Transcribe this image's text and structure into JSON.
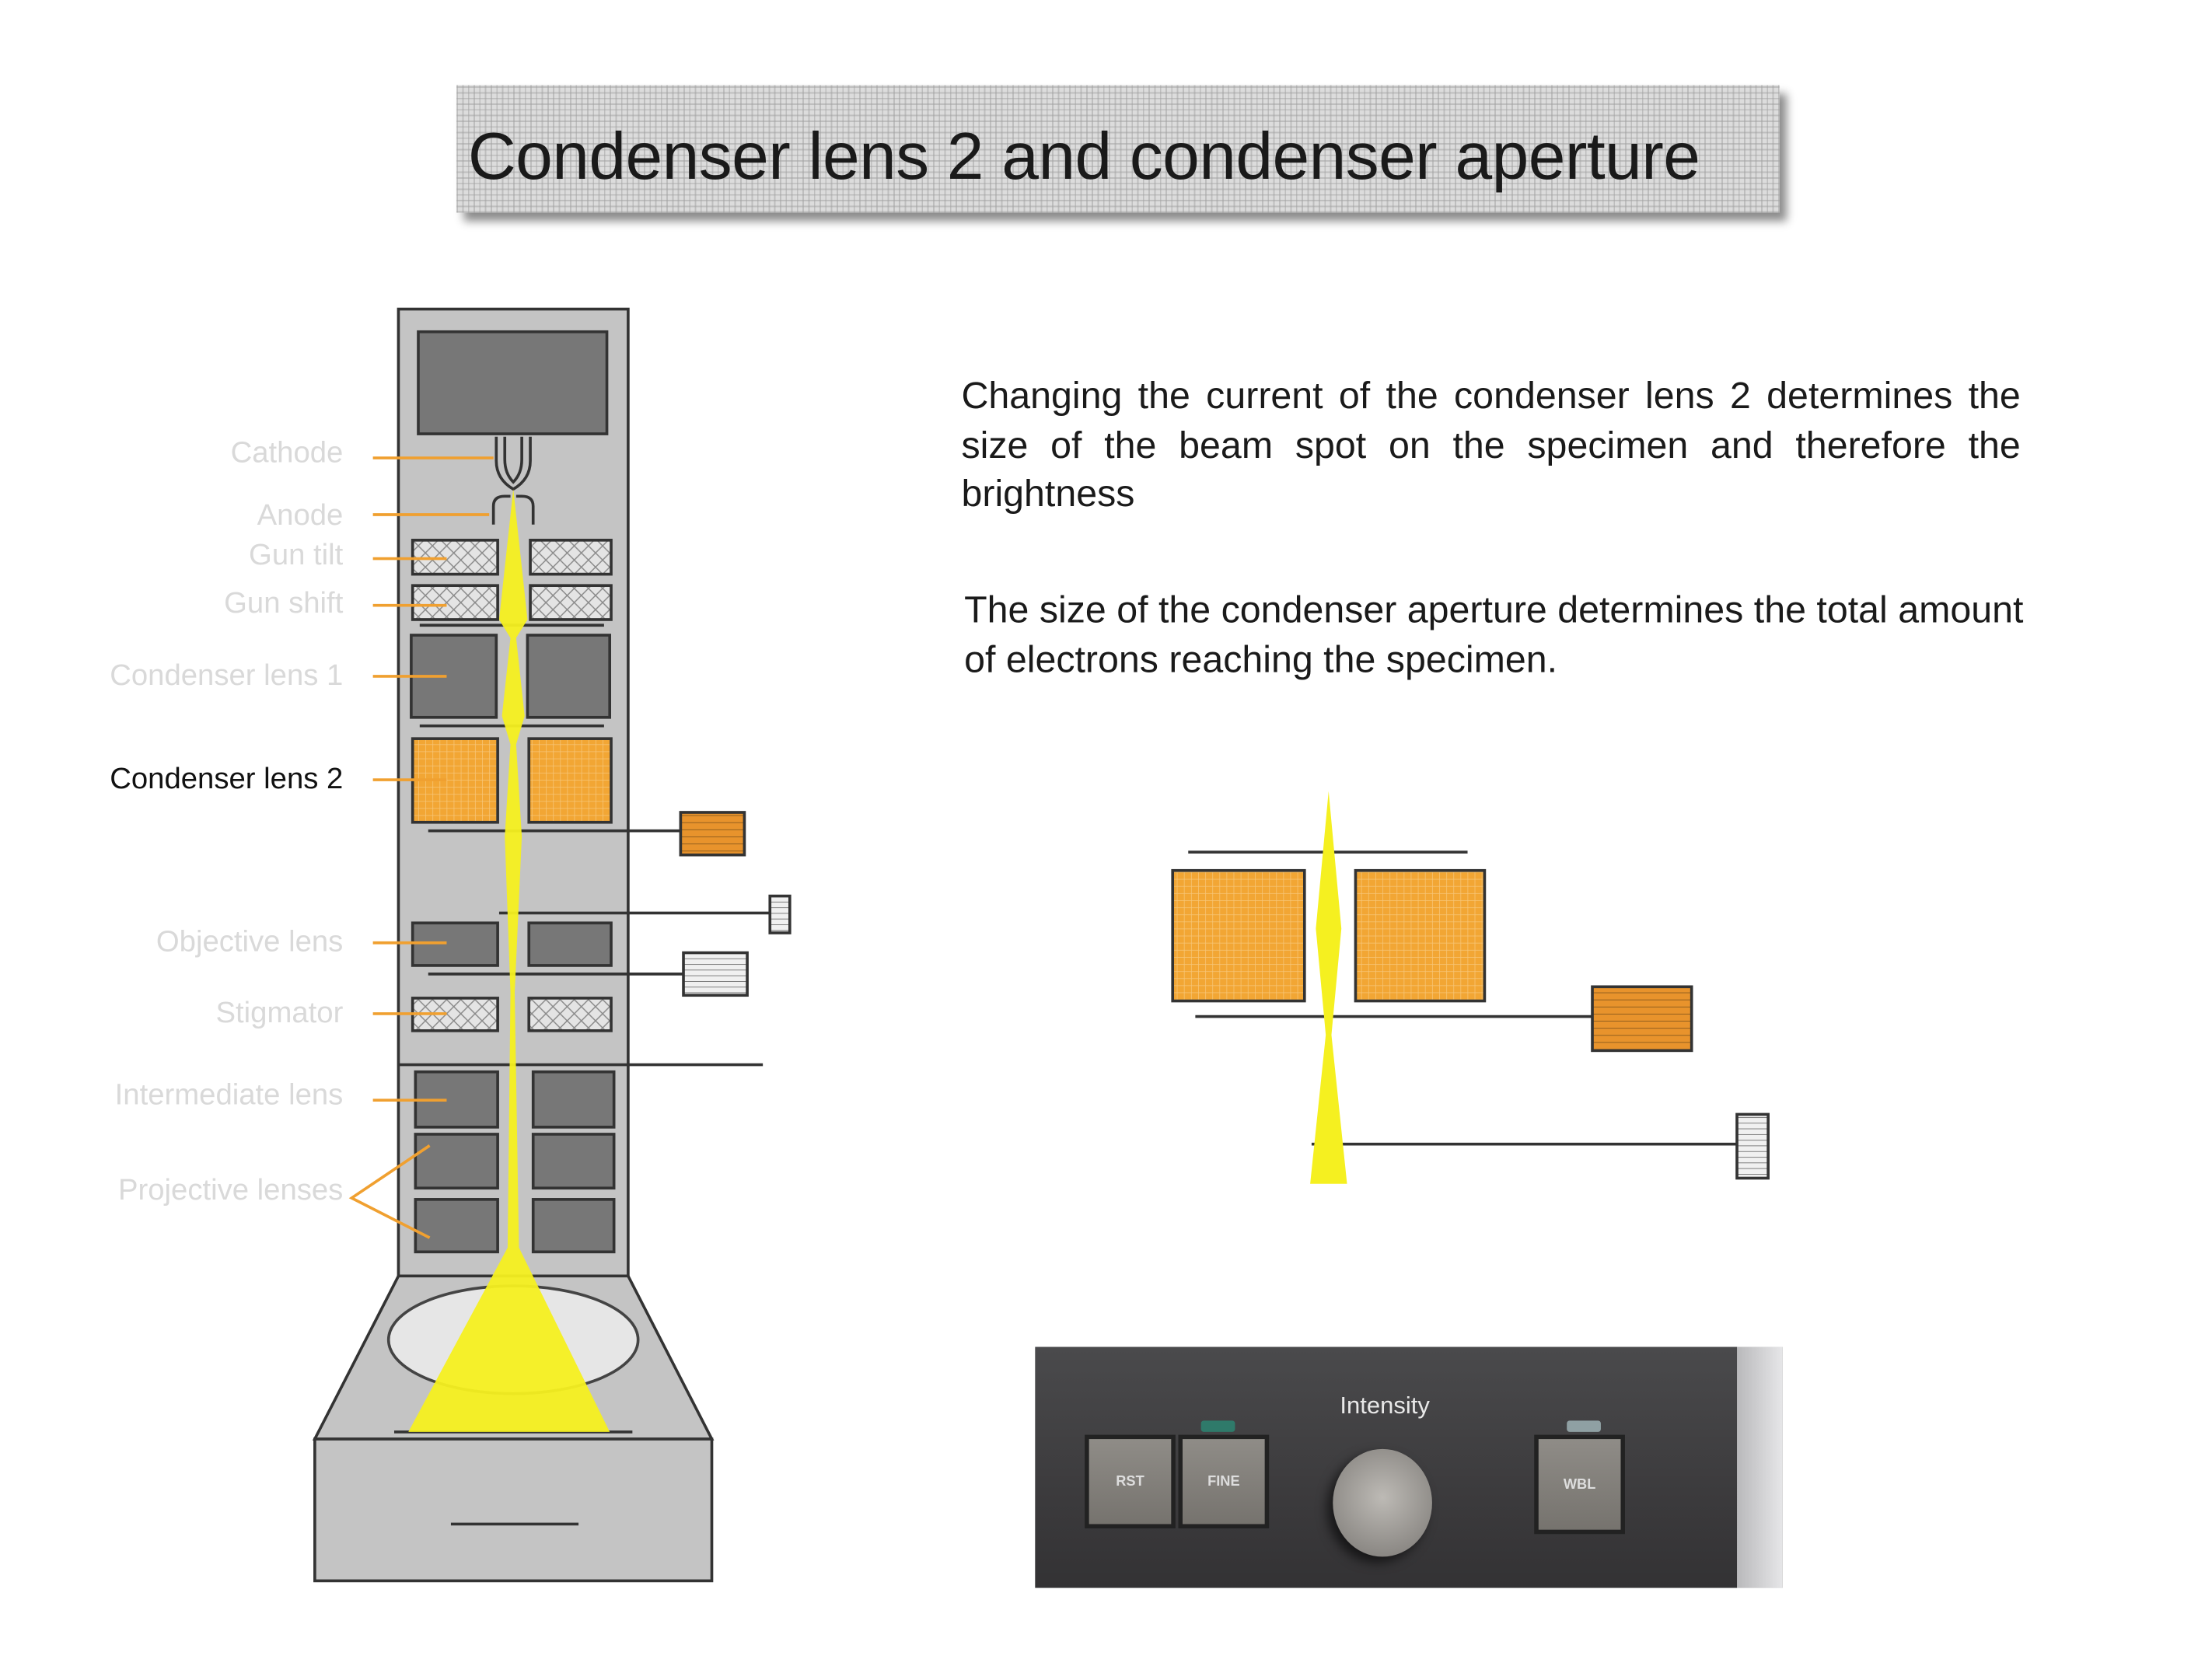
{
  "title": "Condenser lens 2 and condenser aperture",
  "paragraphs": [
    "Changing the current of the condenser lens 2 determines the size of the beam spot on the specimen and therefore the brightness",
    "The size of the condenser aperture determines the total amount of electrons reaching the specimen."
  ],
  "column_labels": {
    "cathode": "Cathode",
    "anode": "Anode",
    "gun_tilt": "Gun tilt",
    "gun_shift": "Gun shift",
    "condenser_lens_1": "Condenser lens 1",
    "condenser_lens_2": "Condenser lens 2",
    "objective_lens": "Objective lens",
    "stigmator": "Stigmator",
    "intermediate_lens": "Intermediate lens",
    "projective_lenses": "Projective lenses"
  },
  "highlighted": "Condenser lens 2",
  "photo": {
    "knob_label": "Intensity",
    "buttons": [
      "RST",
      "FINE",
      "WBL"
    ]
  },
  "colors": {
    "lens_highlight": "#f0a030",
    "beam": "#f5f020",
    "leader": "#f0a030"
  }
}
